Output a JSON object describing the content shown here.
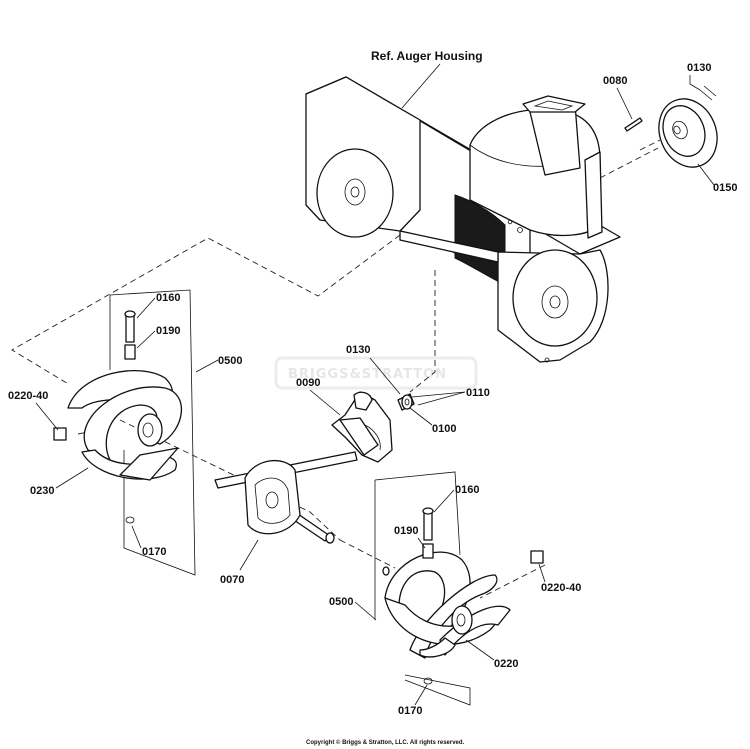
{
  "diagram": {
    "ref_auger_housing": "Ref. Auger Housing",
    "watermark": "BRIGGS&STRATTON",
    "copyright": "Copyright © Briggs & Stratton, LLC. All rights reserved.",
    "part_labels": {
      "p0080": "0080",
      "p0130_top": "0130",
      "p0150": "0150",
      "p0160_left": "0160",
      "p0190_left": "0190",
      "p0500_left": "0500",
      "p0220_40_left": "0220-40",
      "p0230": "0230",
      "p0170_left": "0170",
      "p0130_mid": "0130",
      "p0090": "0090",
      "p0110": "0110",
      "p0100": "0100",
      "p0070": "0070",
      "p0160_right": "0160",
      "p0190_right": "0190",
      "p0500_right": "0500",
      "p0220_40_right": "0220-40",
      "p0220": "0220",
      "p0170_right": "0170"
    }
  }
}
